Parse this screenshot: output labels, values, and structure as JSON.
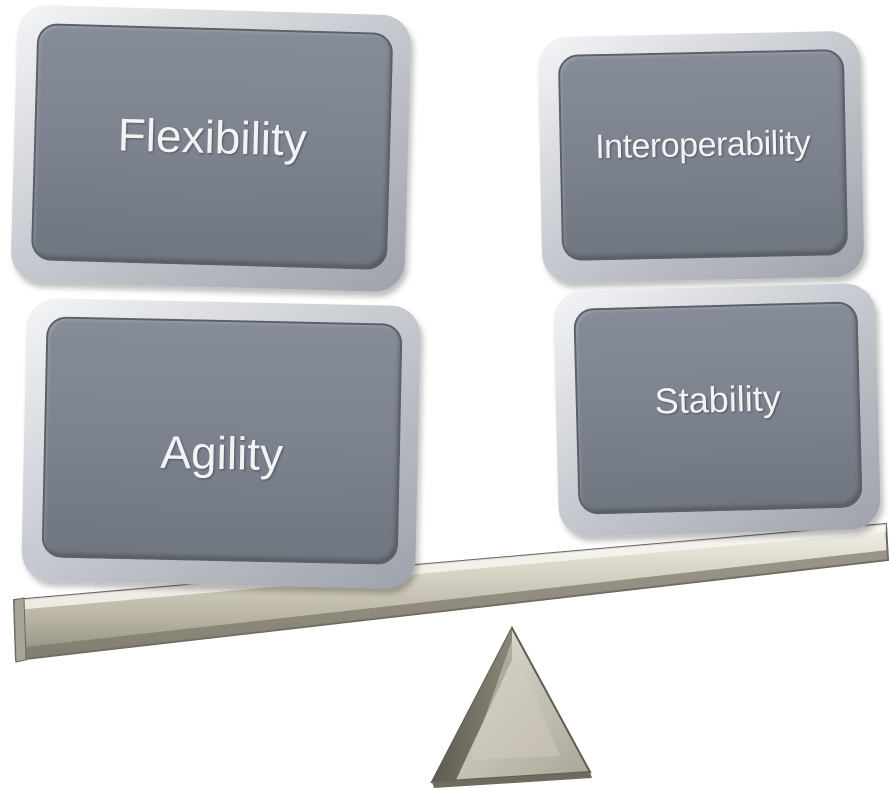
{
  "blocks": {
    "top_left": "Flexibility",
    "bottom_left": "Agility",
    "top_right": "Interoperability",
    "bottom_right": "Stability"
  },
  "colors": {
    "block_face": "#7b818d",
    "block_bevel": "#c9ccd2",
    "beam": "#c8c4b4",
    "fulcrum": "#b9b5a6"
  }
}
